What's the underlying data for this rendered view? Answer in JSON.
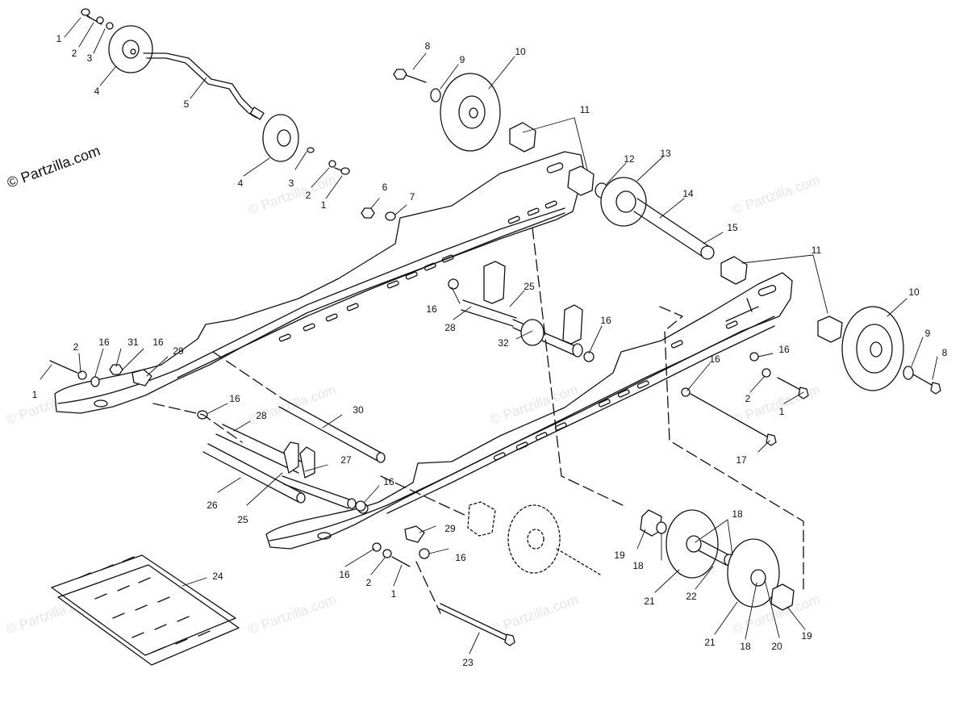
{
  "credit": "© Partzilla.com",
  "watermark": "© Partzilla.com",
  "callouts": [
    {
      "id": "c1a",
      "text": "1"
    },
    {
      "id": "c2a",
      "text": "2"
    },
    {
      "id": "c3a",
      "text": "3"
    },
    {
      "id": "c4a",
      "text": "4"
    },
    {
      "id": "c5",
      "text": "5"
    },
    {
      "id": "c4b",
      "text": "4"
    },
    {
      "id": "c3b",
      "text": "3"
    },
    {
      "id": "c2b",
      "text": "2"
    },
    {
      "id": "c1b",
      "text": "1"
    },
    {
      "id": "c6",
      "text": "6"
    },
    {
      "id": "c7",
      "text": "7"
    },
    {
      "id": "c8a",
      "text": "8"
    },
    {
      "id": "c9a",
      "text": "9"
    },
    {
      "id": "c10a",
      "text": "10"
    },
    {
      "id": "c11a",
      "text": "11"
    },
    {
      "id": "c12",
      "text": "12"
    },
    {
      "id": "c13",
      "text": "13"
    },
    {
      "id": "c14",
      "text": "14"
    },
    {
      "id": "c15",
      "text": "15"
    },
    {
      "id": "c11b",
      "text": "11"
    },
    {
      "id": "c10b",
      "text": "10"
    },
    {
      "id": "c9b",
      "text": "9"
    },
    {
      "id": "c8b",
      "text": "8"
    },
    {
      "id": "c16a",
      "text": "16"
    },
    {
      "id": "c2c",
      "text": "2"
    },
    {
      "id": "c1c",
      "text": "1"
    },
    {
      "id": "c16b",
      "text": "16"
    },
    {
      "id": "c17",
      "text": "17"
    },
    {
      "id": "c25a",
      "text": "25"
    },
    {
      "id": "c16c",
      "text": "16"
    },
    {
      "id": "c28a",
      "text": "28"
    },
    {
      "id": "c32",
      "text": "32"
    },
    {
      "id": "c16d",
      "text": "16"
    },
    {
      "id": "c2d",
      "text": "2"
    },
    {
      "id": "c16e",
      "text": "16"
    },
    {
      "id": "c31",
      "text": "31"
    },
    {
      "id": "c16f",
      "text": "16"
    },
    {
      "id": "c29a",
      "text": "29"
    },
    {
      "id": "c1d",
      "text": "1"
    },
    {
      "id": "c16g",
      "text": "16"
    },
    {
      "id": "c28b",
      "text": "28"
    },
    {
      "id": "c30",
      "text": "30"
    },
    {
      "id": "c27",
      "text": "27"
    },
    {
      "id": "c26",
      "text": "26"
    },
    {
      "id": "c25b",
      "text": "25"
    },
    {
      "id": "c16h",
      "text": "16"
    },
    {
      "id": "c29b",
      "text": "29"
    },
    {
      "id": "c16i",
      "text": "16"
    },
    {
      "id": "c16j",
      "text": "16"
    },
    {
      "id": "c2e",
      "text": "2"
    },
    {
      "id": "c1e",
      "text": "1"
    },
    {
      "id": "c24",
      "text": "24"
    },
    {
      "id": "c23",
      "text": "23"
    },
    {
      "id": "c18a",
      "text": "18"
    },
    {
      "id": "c19a",
      "text": "19"
    },
    {
      "id": "c18b",
      "text": "18"
    },
    {
      "id": "c21a",
      "text": "21"
    },
    {
      "id": "c22",
      "text": "22"
    },
    {
      "id": "c21b",
      "text": "21"
    },
    {
      "id": "c18c",
      "text": "18"
    },
    {
      "id": "c20",
      "text": "20"
    },
    {
      "id": "c19b",
      "text": "19"
    }
  ]
}
